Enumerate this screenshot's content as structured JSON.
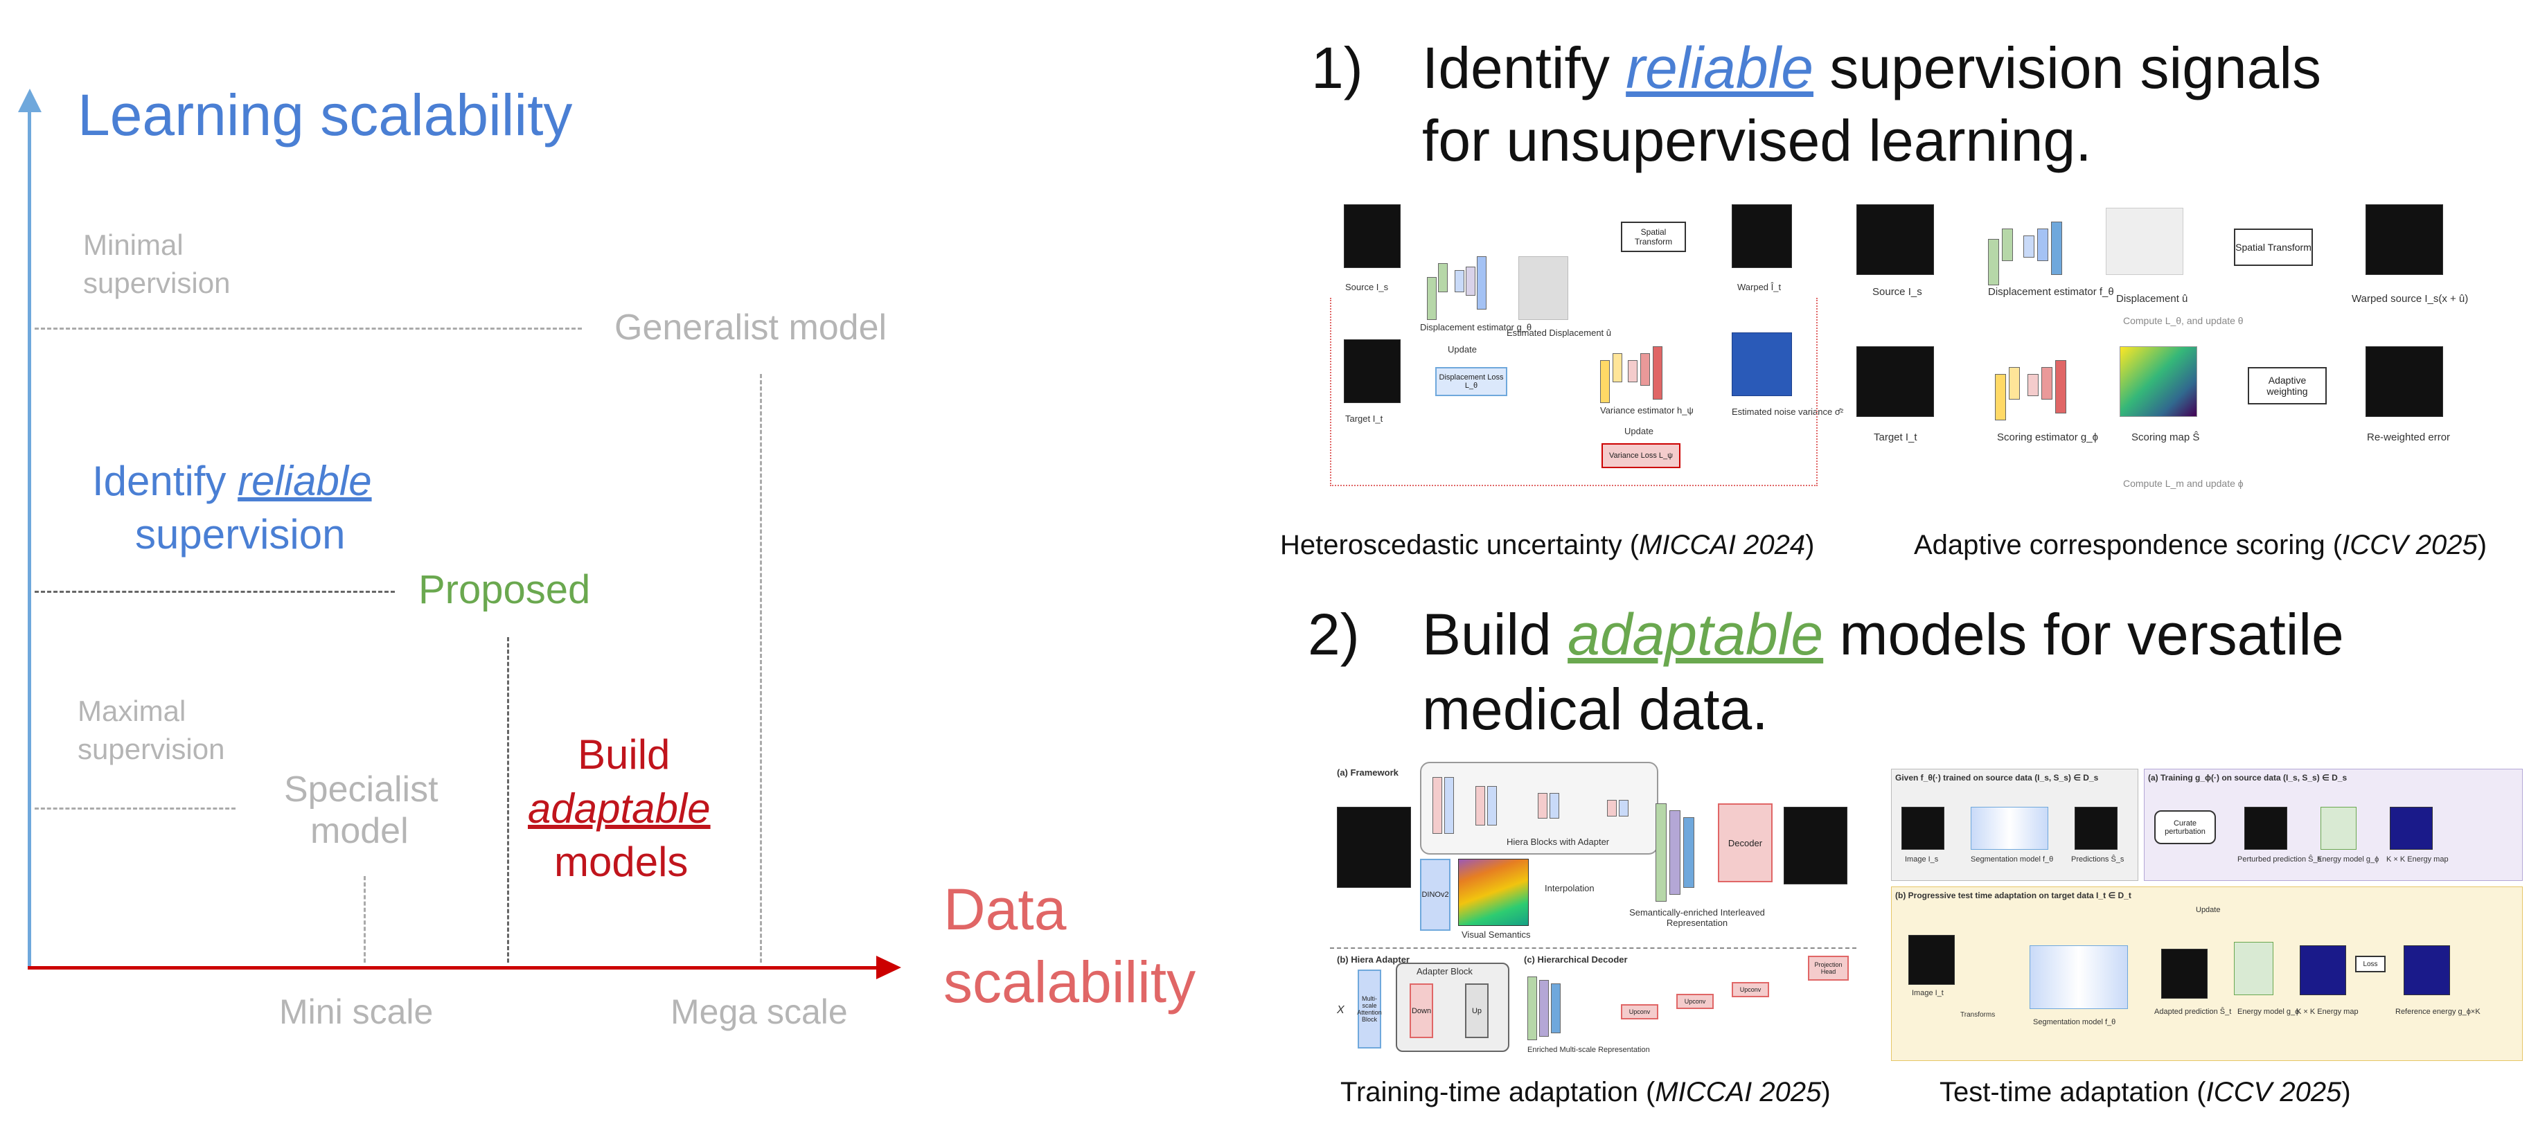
{
  "left": {
    "y_axis_title": "Learning scalability",
    "x_axis_title_line1": "Data",
    "x_axis_title_line2": "scalability",
    "minimal_line1": "Minimal",
    "minimal_line2": "supervision",
    "generalist": "Generalist model",
    "identify_pre": "Identify ",
    "identify_em": "reliable",
    "identify_line2": "supervision",
    "proposed": "Proposed",
    "maximal_line1": "Maximal",
    "maximal_line2": "supervision",
    "specialist_line1": "Specialist",
    "specialist_line2": "model",
    "build_line1": "Build",
    "build_em": "adaptable",
    "build_line3": "models",
    "mini_scale": "Mini scale",
    "mega_scale": "Mega scale"
  },
  "right": {
    "item1_num": "1)",
    "item1_pre": "Identify ",
    "item1_em": "reliable",
    "item1_post": " supervision signals",
    "item1_line2": "for unsupervised learning.",
    "item2_num": "2)",
    "item2_pre": "Build ",
    "item2_em": "adaptable",
    "item2_post": " models for versatile",
    "item2_line2": "medical data.",
    "cap1_pre": "Heteroscedastic uncertainty (",
    "cap1_em": "MICCAI 2024",
    "cap1_post": ")",
    "cap2_pre": "Adaptive correspondence scoring (",
    "cap2_em": "ICCV 2025",
    "cap2_post": ")",
    "cap3_pre": "Training-time adaptation (",
    "cap3_em": "MICCAI 2025",
    "cap3_post": ")",
    "cap4_pre": "Test-time adaptation (",
    "cap4_em": "ICCV 2025",
    "cap4_post": ")"
  },
  "fig1": {
    "source": "Source I_s",
    "target": "Target I_t",
    "spatial": "Spatial Transform",
    "warped": "Warped Î_t",
    "disp_est": "Displacement estimator g_θ",
    "est_disp": "Estimated Displacement û",
    "disp_loss": "Displacement Loss L_θ",
    "update": "Update",
    "var_est": "Variance estimator h_ψ",
    "est_noise": "Estimated noise variance σ̂²",
    "var_loss": "Variance Loss L_ψ",
    "update2": "Update"
  },
  "fig2": {
    "source": "Source I_s",
    "target": "Target I_t",
    "disp_est": "Displacement estimator f_θ",
    "disp": "Displacement û",
    "spatial": "Spatial Transform",
    "warped": "Warped source I_s(x + û)",
    "compute1": "Compute L_θ, and update θ",
    "scoring_est": "Scoring estimator g_ϕ",
    "scoring_map": "Scoring map Ŝ",
    "adaptive": "Adaptive weighting",
    "reweighted": "Re-weighted error",
    "compute2": "Compute L_m and update ϕ"
  },
  "fig3": {
    "framework": "(a) Framework",
    "hiera": "Hiera Blocks with Adapter",
    "decoder": "Decoder",
    "dinov2": "DINOv2",
    "visual": "Visual Semantics",
    "interp": "Interpolation",
    "semantic": "Semantically-enriched Interleaved Representation",
    "hiera_adapter": "(b) Hiera Adapter",
    "adapter_block": "Adapter Block",
    "down": "Down",
    "up": "Up",
    "msab": "Multi-scale Attention Block",
    "x": "X",
    "hier_dec": "(c) Hierarchical Decoder",
    "enriched": "Enriched Multi-scale Representation",
    "proj": "Projection Head",
    "upconv": "Upconv"
  },
  "fig4": {
    "given": "Given f_θ(·) trained on source data (I_s, S_s) ∈ D_s",
    "image_s": "Image I_s",
    "seg_model": "Segmentation model f_θ",
    "preds": "Predictions Ŝ_s",
    "training": "(a) Training g_ϕ(·) on source data (I_s, S_s) ∈ D_s",
    "curate": "Curate perturbation",
    "perturbed": "Perturbed prediction Ŝ_s",
    "energy": "Energy model g_ϕ",
    "kxk": "K × K Energy map",
    "progressive": "(b) Progressive test time adaptation on target data I_t ∈ D_t",
    "update": "Update",
    "image_t": "Image I_t",
    "transform": "Transforms",
    "seg_model2": "Segmentation model f_θ",
    "adapted": "Adapted prediction Ŝ_t",
    "energy2": "Energy model g_ϕ",
    "energy_map": "K × K Energy map",
    "reference": "Reference energy g_ϕ×K",
    "loss": "Loss"
  },
  "colors": {
    "blue": "#4a7fd4",
    "green": "#6aa84f",
    "red": "#c0141c",
    "salmon": "#e06666",
    "gray": "#b5b5b5",
    "arrow_red": "#cc0000",
    "arrow_blue": "#6fa8dc"
  }
}
